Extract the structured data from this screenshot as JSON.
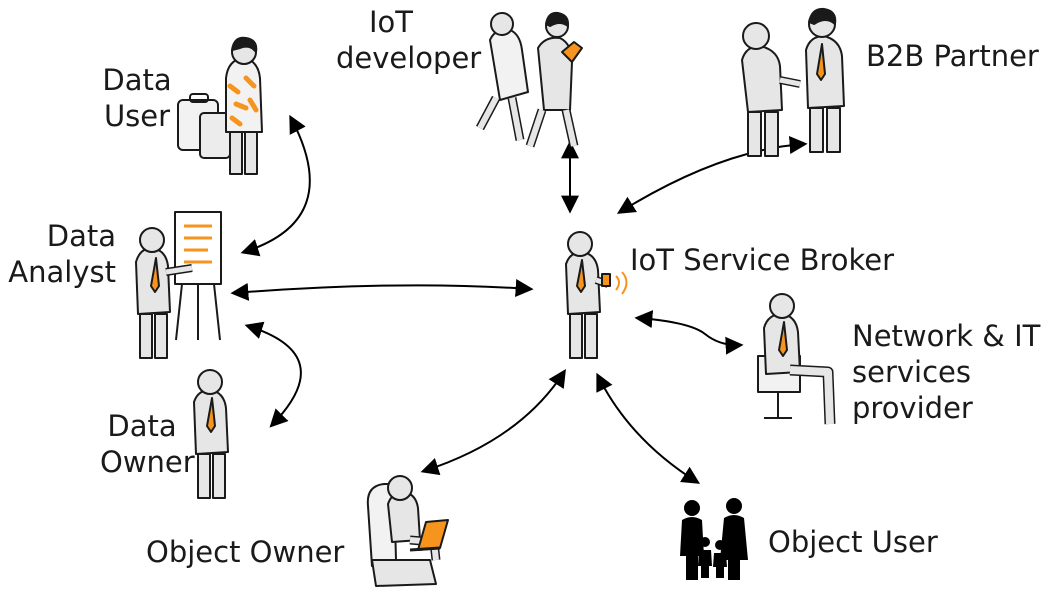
{
  "roles": {
    "iot_developer": [
      "IoT",
      "developer"
    ],
    "b2b_partner": [
      "B2B Partner"
    ],
    "data_user": [
      "Data",
      "User"
    ],
    "data_analyst": [
      "Data",
      "Analyst"
    ],
    "iot_service_broker": [
      "IoT Service Broker"
    ],
    "network_provider": [
      "Network & IT",
      "services",
      "provider"
    ],
    "data_owner": [
      "Data",
      "Owner"
    ],
    "object_owner": [
      "Object Owner"
    ],
    "object_user": [
      "Object User"
    ]
  },
  "colors": {
    "accent": "#f7941d",
    "figure": "#e6e6e6",
    "outline": "#1a1a1a",
    "arrow": "#000000"
  },
  "icons": {
    "iot_developer": "walking-pair-icon",
    "b2b_partner": "handshake-icon",
    "data_user": "traveller-with-luggage-icon",
    "data_analyst": "presenter-with-flipchart-icon",
    "iot_service_broker": "person-with-phone-icon",
    "network_provider": "seated-person-icon",
    "data_owner": "standing-person-icon",
    "object_owner": "person-with-laptop-icon",
    "object_user": "family-silhouette-icon"
  }
}
